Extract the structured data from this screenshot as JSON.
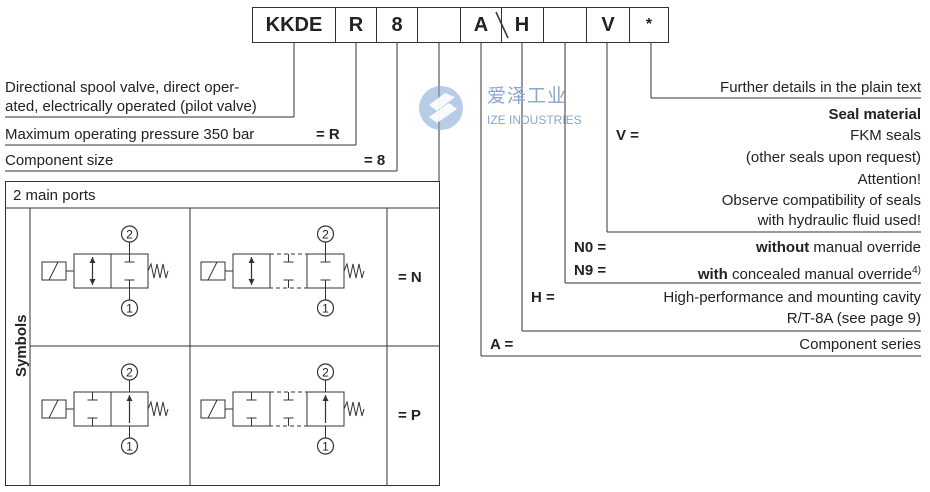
{
  "code": {
    "fields": [
      "KKDE",
      "R",
      "8",
      "",
      "A",
      "H",
      "V",
      "*"
    ]
  },
  "left": {
    "desc_line1": "Directional spool valve, direct oper-",
    "desc_line2": "ated, electrically operated (pilot valve)",
    "pressure_label": "Maximum operating pressure 350 bar",
    "pressure_code": "= R",
    "size_label": "Component size",
    "size_code": "= 8",
    "ports_label": "2 main ports",
    "symbols_label": "Symbols",
    "symbol_n": "= N",
    "symbol_p": "= P",
    "port_top": "2",
    "port_bottom": "1"
  },
  "watermark": {
    "cn": "爱泽工业",
    "en": "IZE INDUSTRIES"
  },
  "right": {
    "further": "Further details in the plain text",
    "seal_title": "Seal material",
    "v_key": "V =",
    "v_val": "FKM seals",
    "v_other": "(other seals upon request)",
    "attention": "Attention!",
    "compat1": "Observe compatibility of seals",
    "compat2": "with hydraulic fluid used!",
    "n0_key": "N0 =",
    "n0_bold": "without",
    "n0_rest": " manual override",
    "n9_key": "N9 =",
    "n9_bold": "with",
    "n9_rest": " concealed manual override",
    "n9_note": "4)",
    "h_key": "H =",
    "h_val1": "High-performance and mounting cavity",
    "h_val2": "R/T-8A (see page 9)",
    "a_key": "A =",
    "a_val": "Component series"
  }
}
